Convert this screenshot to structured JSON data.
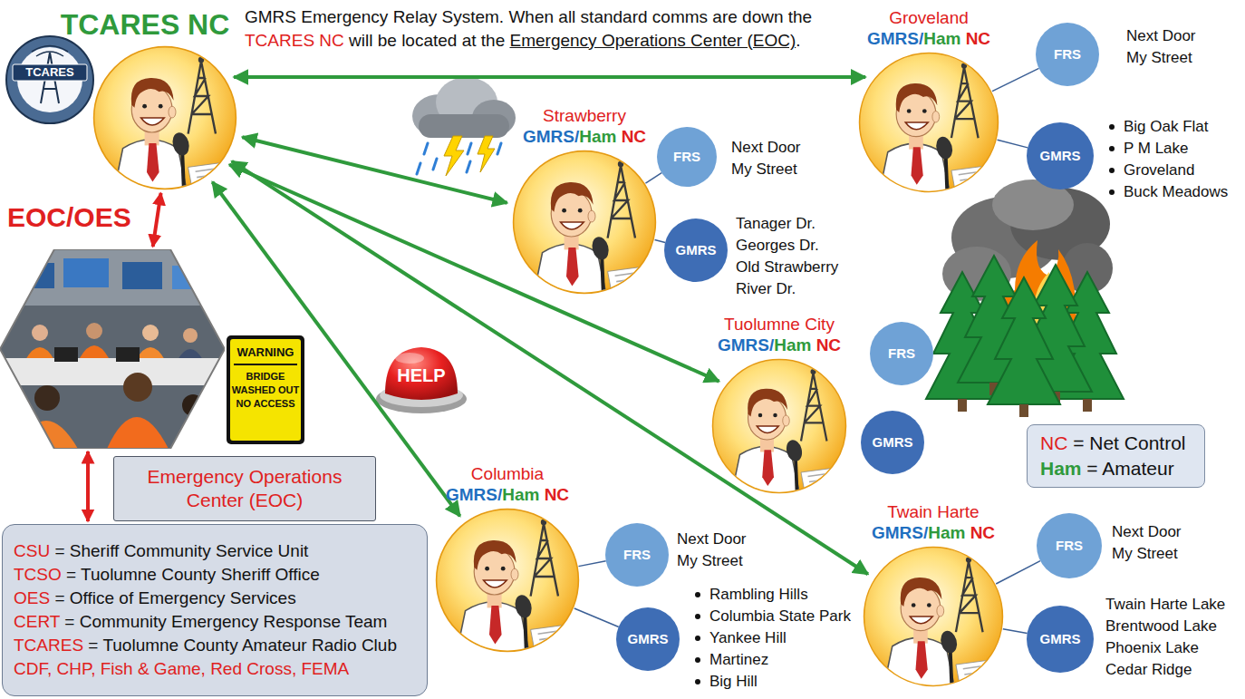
{
  "diagram": {
    "nodes": [
      {
        "text": [
          "TCARES NC"
        ]
      },
      {
        "text": [
          "Groveland",
          "GMRS/Ham NC"
        ]
      },
      {
        "text": [
          "FRS"
        ]
      },
      {
        "text": [
          "GMRS"
        ]
      },
      {
        "text": [
          "Strawberry",
          "GMRS/Ham NC"
        ]
      },
      {
        "text": [
          "FRS"
        ]
      },
      {
        "text": [
          "GMRS"
        ]
      },
      {
        "text": [
          "EOC/OES"
        ]
      },
      {
        "text": [
          "Tuolumne City",
          "GMRS/Ham NC"
        ]
      },
      {
        "text": [
          "FRS"
        ]
      },
      {
        "text": [
          "GMRS"
        ]
      },
      {
        "text": [
          "NC = Net Control",
          "Ham = Amateur"
        ]
      },
      {
        "text": [
          "Emergency Operations Center (EOC)"
        ]
      },
      {
        "text": [
          "Columbia",
          "GMRS/Ham NC"
        ]
      },
      {
        "text": [
          "FRS"
        ]
      },
      {
        "text": [
          "GMRS"
        ]
      },
      {
        "text": [
          "Twain Harte",
          "GMRS/Ham NC"
        ]
      },
      {
        "text": [
          "FRS"
        ]
      },
      {
        "text": [
          "GMRS"
        ]
      },
      {
        "text": [
          "CSU = Sheriff Community Service Unit",
          "TCSO = Tuolumne County Sheriff Office",
          "OES = Office of Emergency Services",
          "CERT = Community Emergency Response Team",
          "TCARES = Tuolumne County Amateur Radio Club",
          "CDF, CHP, Fish & Game, Red Cross, FEMA"
        ]
      }
    ],
    "edges": [
      {
        "from": 0,
        "to": 1,
        "arrow": "both"
      },
      {
        "from": 0,
        "to": 4,
        "arrow": "both"
      },
      {
        "from": 0,
        "to": 8,
        "arrow": "both"
      },
      {
        "from": 0,
        "to": 13,
        "arrow": "both"
      },
      {
        "from": 0,
        "to": 16,
        "arrow": "both"
      },
      {
        "from": 0,
        "to": 7,
        "arrow": "both"
      },
      {
        "from": 7,
        "to": 19,
        "arrow": "both"
      },
      {
        "from": 1,
        "to": 2,
        "arrow": "none"
      },
      {
        "from": 1,
        "to": 3,
        "arrow": "none"
      },
      {
        "from": 4,
        "to": 5,
        "arrow": "none"
      },
      {
        "from": 4,
        "to": 6,
        "arrow": "none"
      },
      {
        "from": 13,
        "to": 14,
        "arrow": "none"
      },
      {
        "from": 13,
        "to": 15,
        "arrow": "none"
      },
      {
        "from": 16,
        "to": 17,
        "arrow": "none"
      },
      {
        "from": 16,
        "to": 18,
        "arrow": "none"
      }
    ],
    "labels": [
      "GMRS Emergency Relay System. When all standard comms are down the TCARES NC will be located at the Emergency Operations Center (EOC).",
      "TCARES",
      "Next Door",
      "My Street",
      "Big Oak Flat",
      "P M Lake",
      "Groveland",
      "Buck Meadows",
      "Next Door",
      "My Street",
      "Tanager Dr.",
      "Georges Dr.",
      "Old Strawberry",
      "River Dr.",
      "HELP",
      "WARNING",
      "BRIDGE WASHED OUT NO ACCESS",
      "Next Door",
      "My Street",
      "Rambling Hills",
      "Columbia State Park",
      "Yankee Hill",
      "Martinez",
      "Big Hill",
      "Next Door",
      "My Street",
      "Twain Harte Lake",
      "Brentwood Lake",
      "Phoenix Lake",
      "Cedar Ridge"
    ]
  }
}
